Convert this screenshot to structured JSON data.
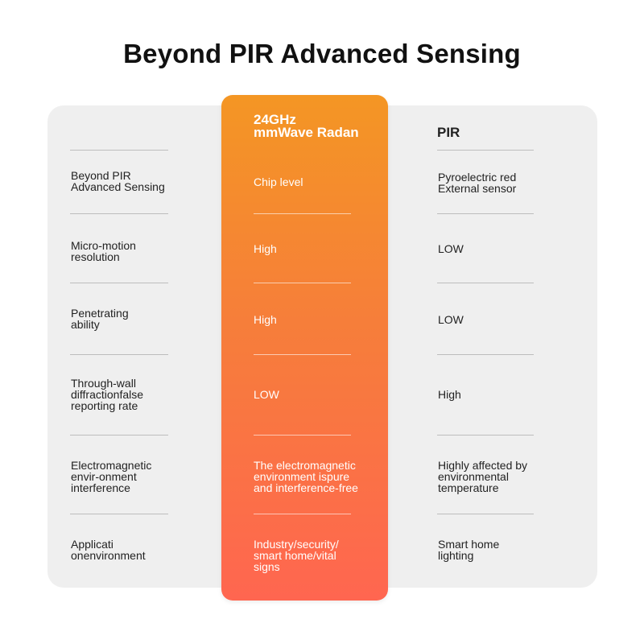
{
  "title": "Beyond PIR Advanced Sensing",
  "columns": {
    "mmwave": "24GHz\nmmWave Radan",
    "pir": "PIR"
  },
  "rows": [
    {
      "feature": "Beyond PIR\nAdvanced Sensing",
      "mmwave": "Chip level",
      "pir": "Pyroelectric red\nExternal sensor"
    },
    {
      "feature": "Micro-motion\nresolution",
      "mmwave": "High",
      "pir": "LOW"
    },
    {
      "feature": "Penetrating\nability",
      "mmwave": "High",
      "pir": "LOW"
    },
    {
      "feature": "Through-wall\ndiffractionfalse\nreporting rate",
      "mmwave": "LOW",
      "pir": "High"
    },
    {
      "feature": "Electromagnetic\nenvir-onment\ninterference",
      "mmwave": "The electromagnetic\nenvironment ispure\nand interference-free",
      "pir": "Highly affected by\nenvironmental\ntemperature"
    },
    {
      "feature": "Applicati\nonenvironment",
      "mmwave": "Industry/security/\nsmart home/vital\nsigns",
      "pir": "Smart home\nlighting"
    }
  ],
  "colors": {
    "accent_top": "#f49624",
    "accent_bottom": "#ff6650",
    "panel": "#efefef"
  }
}
